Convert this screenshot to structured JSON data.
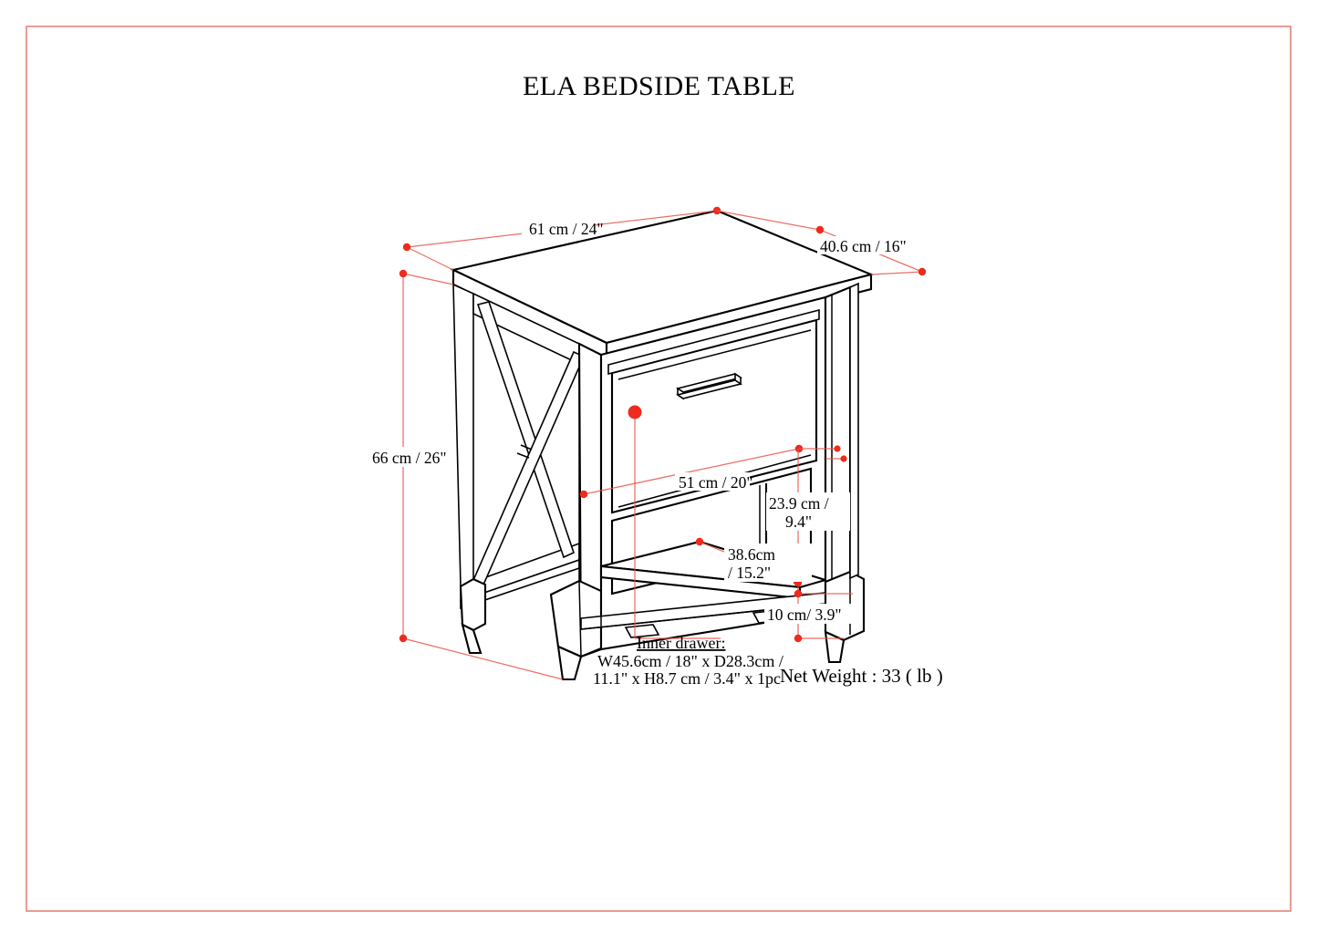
{
  "document": {
    "title": "ELA BEDSIDE TABLE",
    "border_color": "#ea9b94",
    "dimension_color": "#ee2b1c",
    "line_color": "#000000",
    "background": "#ffffff"
  },
  "dimensions": {
    "width": "61 cm / 24\"",
    "depth": "40.6 cm / 16\"",
    "height": "66 cm / 26\"",
    "opening_width": "51 cm / 20\"",
    "opening_height_line1": "23.9 cm /",
    "opening_height_line2": "9.4\"",
    "shelf_depth_line1": "38.6cm",
    "shelf_depth_line2": "/ 15.2\"",
    "leg_clearance": "10 cm/ 3.9\""
  },
  "notes": {
    "inner_drawer_title": "Inner drawer:",
    "inner_drawer_line1": "W45.6cm / 18\" x D28.3cm /",
    "inner_drawer_line2": "11.1\" x H8.7 cm / 3.4\" x 1pc",
    "net_weight": "Net Weight : 33 ( lb )"
  },
  "product": {
    "name": "ELA BEDSIDE TABLE",
    "drawer_count": 1,
    "handle_type": "bar-pull",
    "side_panel_detail": "x-brace",
    "leg_style": "tapered",
    "open_shelf": true
  }
}
